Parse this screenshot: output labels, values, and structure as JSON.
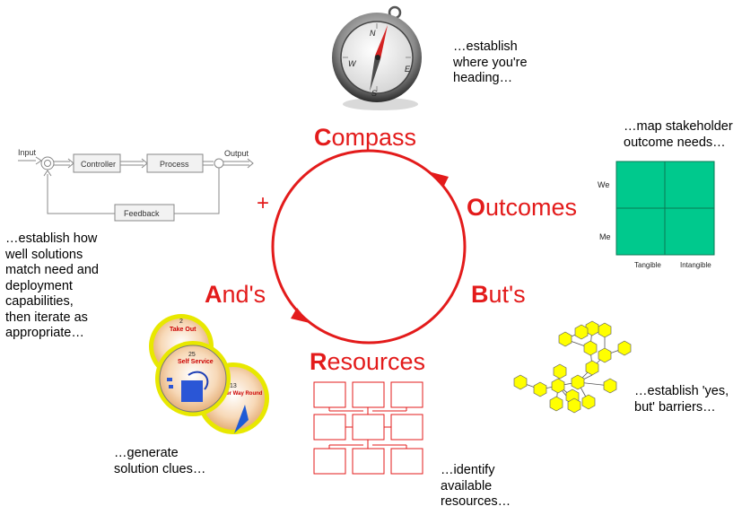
{
  "stages": [
    {
      "initial": "C",
      "rest": "ompass"
    },
    {
      "initial": "O",
      "rest": "utcomes"
    },
    {
      "initial": "B",
      "rest": "ut's"
    },
    {
      "initial": "R",
      "rest": "esources"
    },
    {
      "initial": "A",
      "rest": "nd's"
    }
  ],
  "plus": "+",
  "notes": {
    "compass": "…establish\nwhere you're\nheading…",
    "outcomes": "…map stakeholder\noutcome needs…",
    "buts": "…establish 'yes,\nbut' barriers…",
    "resources": "…identify\navailable\nresources…",
    "ands": "…generate\nsolution clues…",
    "feedback": "…establish how\nwell solutions\nmatch need and\ndeployment\ncapabilities,\nthen iterate as\nappropriate…"
  },
  "compass_letters": {
    "n": "N",
    "e": "E",
    "s": "S",
    "w": "W"
  },
  "control_loop": {
    "input": "Input",
    "controller": "Controller",
    "process": "Process",
    "output": "Output",
    "feedback": "Feedback"
  },
  "matrix": {
    "y_top": "We",
    "y_bottom": "Me",
    "x_left": "Tangible",
    "x_right": "Intangible",
    "fill": "#00c98d"
  },
  "cards": [
    {
      "number": "2",
      "title": "Take Out"
    },
    {
      "number": "25",
      "title": "Self Service"
    },
    {
      "number": "13",
      "title": "Other Way Round"
    }
  ],
  "colors": {
    "accent": "#e31b1b",
    "hexagon": "#ffff00"
  }
}
